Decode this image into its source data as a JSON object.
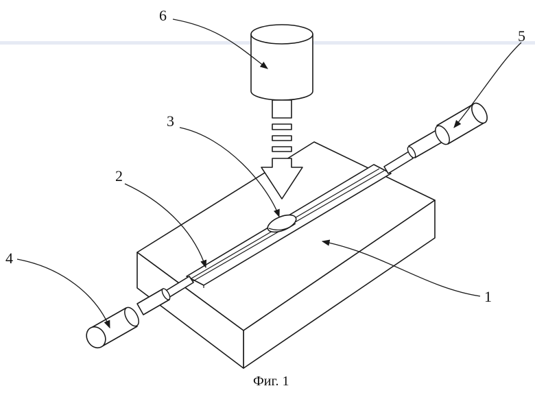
{
  "labels": {
    "l1": "1",
    "l2": "2",
    "l3": "3",
    "l4": "4",
    "l5": "5",
    "l6": "6"
  },
  "caption": "Фиг. 1"
}
